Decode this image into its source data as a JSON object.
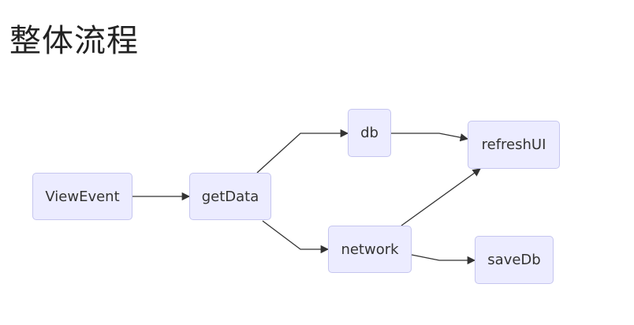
{
  "title": "整体流程",
  "diagram": {
    "nodes": {
      "viewevent": "ViewEvent",
      "getdata": "getData",
      "db": "db",
      "network": "network",
      "refreshui": "refreshUI",
      "savedb": "saveDb"
    },
    "edges": [
      {
        "from": "ViewEvent",
        "to": "getData"
      },
      {
        "from": "getData",
        "to": "db"
      },
      {
        "from": "getData",
        "to": "network"
      },
      {
        "from": "db",
        "to": "refreshUI"
      },
      {
        "from": "network",
        "to": "refreshUI"
      },
      {
        "from": "network",
        "to": "saveDb"
      }
    ],
    "colors": {
      "node_fill": "#ececff",
      "node_border": "#c6c6ef",
      "edge": "#333333",
      "text": "#333333"
    }
  }
}
